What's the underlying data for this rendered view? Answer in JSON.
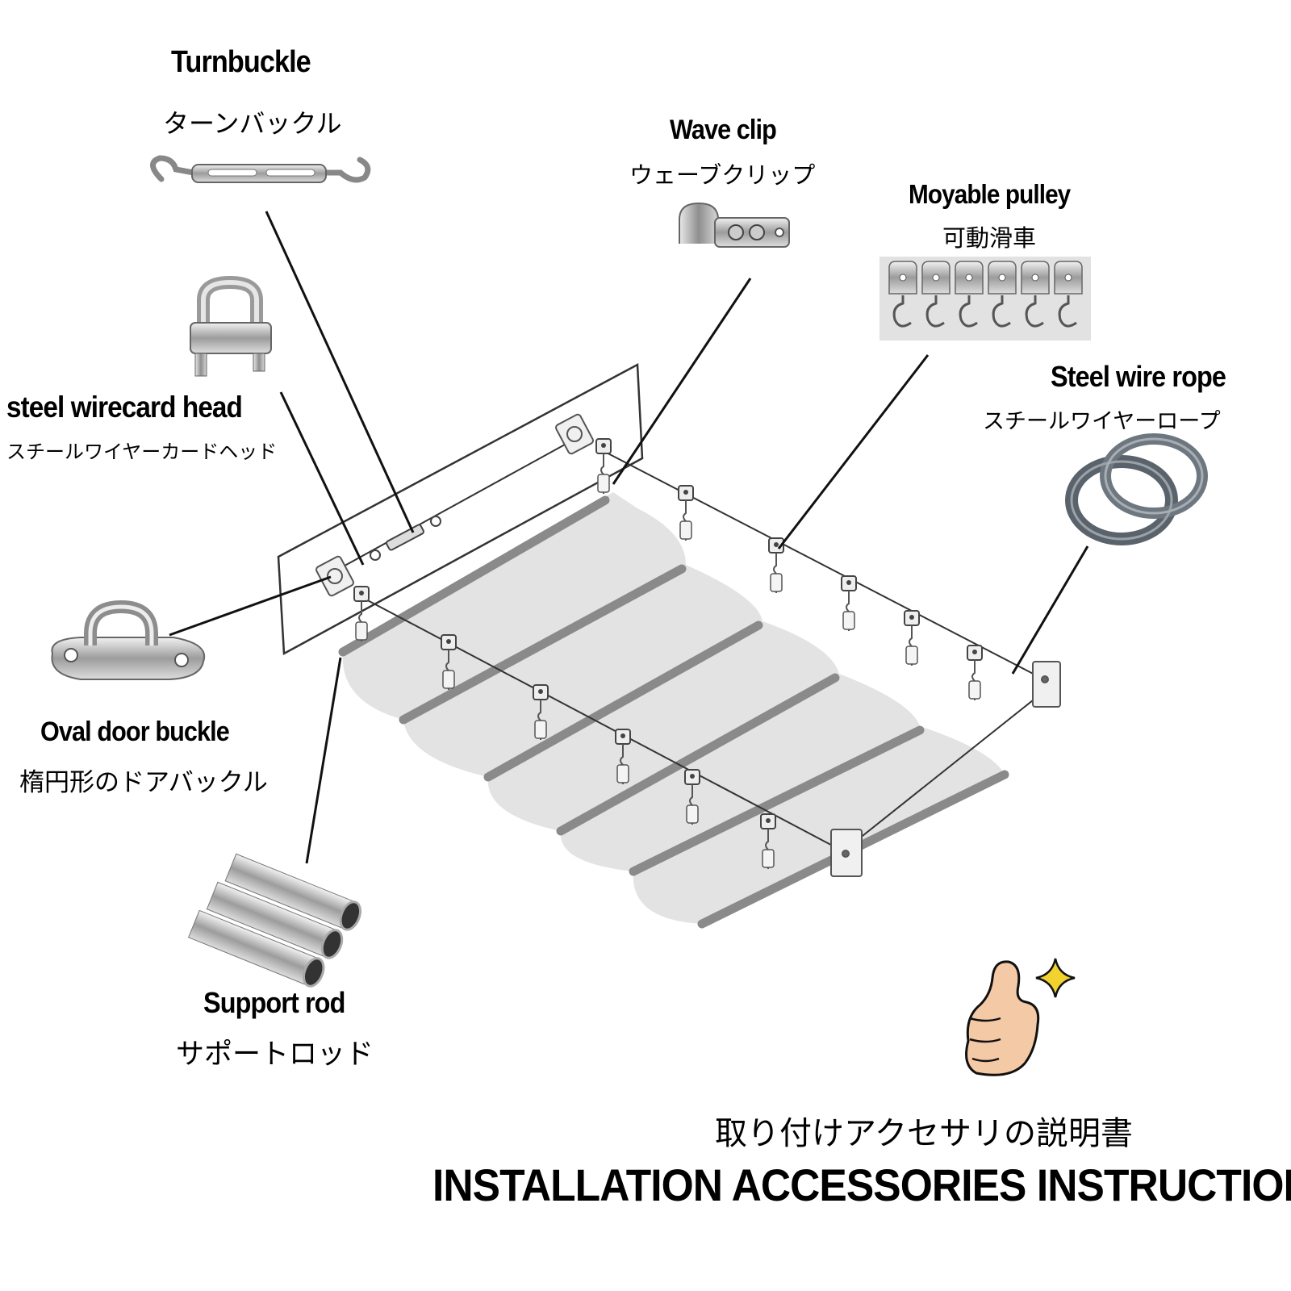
{
  "parts": [
    {
      "id": "turnbuckle",
      "name_en": "Turnbuckle",
      "name_ja": "ターンバックル",
      "icon": "turnbuckle-icon"
    },
    {
      "id": "wave-clip",
      "name_en": "Wave clip",
      "name_ja": "ウェーブクリップ",
      "icon": "wave-clip-icon"
    },
    {
      "id": "movable-pulley",
      "name_en": "Moyable pulley",
      "name_ja": "可動滑車",
      "icon": "pulley-icon"
    },
    {
      "id": "steel-wire-rope",
      "name_en": "Steel wire rope",
      "name_ja": "スチールワイヤーロープ",
      "icon": "wire-coil-icon"
    },
    {
      "id": "wirecard-head",
      "name_en": "steel wirecard head",
      "name_ja": "スチールワイヤーカードヘッド",
      "icon": "wire-clamp-icon"
    },
    {
      "id": "oval-door-buckle",
      "name_en": "Oval door buckle",
      "name_ja": "楕円形のドアバックル",
      "icon": "pad-eye-icon"
    },
    {
      "id": "support-rod",
      "name_en": "Support rod",
      "name_ja": "サポートロッド",
      "icon": "tube-icon"
    }
  ],
  "footer": {
    "title_ja": "取り付けアクセサリの説明書",
    "title_en": "INSTALLATION ACCESSORIES INSTRUCTIONS"
  },
  "decoration": {
    "icon": "thumbs-up-icon",
    "sparkle_icon": "sparkle-icon",
    "accent": "#f2d22e",
    "skin": "#f4c9a6"
  },
  "colors": {
    "text": "#000000",
    "rod": "#8a8a8a",
    "canopy": "#dcdcdc",
    "metal": "#b8b8b8"
  }
}
